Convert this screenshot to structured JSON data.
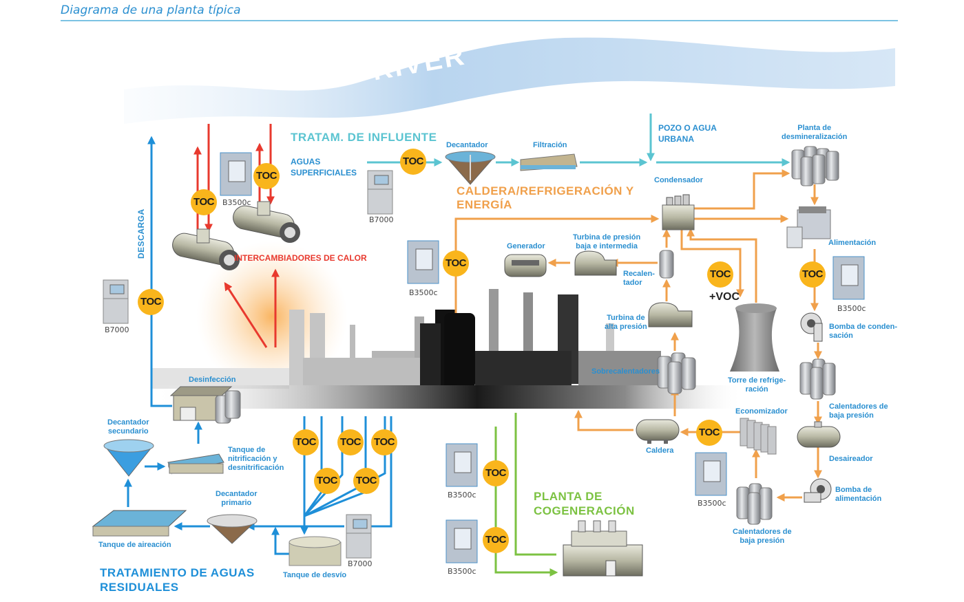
{
  "header": {
    "title": "Diagrama de una planta típica"
  },
  "river": {
    "label": "RIVER"
  },
  "sections": {
    "influent": "TRATAM. DE INFLUENTE",
    "boiler_line1": "CALDERA/REFRIGERACIÓN Y",
    "boiler_line2": "ENERGÍA",
    "wastewater_line1": "TRATAMIENTO DE AGUAS",
    "wastewater_line2": "RESIDUALES",
    "cogeneration_line1": "PLANTA DE",
    "cogeneration_line2": "COGENERACIÓN",
    "heat_exchangers": "INTERCAMBIADORES DE CALOR",
    "discharge": "DESCARGA"
  },
  "sources": {
    "surface_water_1": "AGUAS",
    "surface_water_2": "SUPERFICIALES",
    "well_1": "POZO O AGUA",
    "well_2": "URBANA"
  },
  "equipment": {
    "decantador": "Decantador",
    "filtracion": "Filtración",
    "condensador": "Condensador",
    "desmin_1": "Planta de",
    "desmin_2": "desmineralización",
    "alimentacion": "Alimentación",
    "generador": "Generador",
    "turbina_baja_1": "Turbina de presión",
    "turbina_baja_2": "baja e intermedia",
    "recalentador_1": "Recalen-",
    "recalentador_2": "tador",
    "turbina_alta_1": "Turbina de",
    "turbina_alta_2": "alta presión",
    "sobrecalentadores": "Sobrecalentadores",
    "torre_1": "Torre de refrige-",
    "torre_2": "ración",
    "bomba_cond_1": "Bomba de conden-",
    "bomba_cond_2": "sación",
    "calent_baja_a_1": "Calentadores de",
    "calent_baja_a_2": "baja presión",
    "economizador": "Economizador",
    "caldera": "Caldera",
    "desaireador": "Desaireador",
    "bomba_alim_1": "Bomba de",
    "bomba_alim_2": "alimentación",
    "calent_baja_b_1": "Calentadores de",
    "calent_baja_b_2": "baja presión",
    "desinfeccion": "Desinfección",
    "decant_sec_1": "Decantador",
    "decant_sec_2": "secundario",
    "nitrif_1": "Tanque de",
    "nitrif_2": "nitrificación y",
    "nitrif_3": "desnitrificación",
    "decant_prim_1": "Decantador",
    "decant_prim_2": "primario",
    "aireacion": "Tanque de aireación",
    "desvio": "Tanque de desvío"
  },
  "analyzers": {
    "b7000": "B7000",
    "b3500c": "B3500c"
  },
  "badges": {
    "toc": "TOC",
    "voc": "+VOC"
  },
  "colors": {
    "influent": "#5bc4d1",
    "boiler": "#f0a04b",
    "wastewater": "#1e8fd8",
    "heat": "#e8392e",
    "cogeneration": "#7cc242",
    "toc_badge": "#f9b51c",
    "label": "#2a8fd0"
  }
}
